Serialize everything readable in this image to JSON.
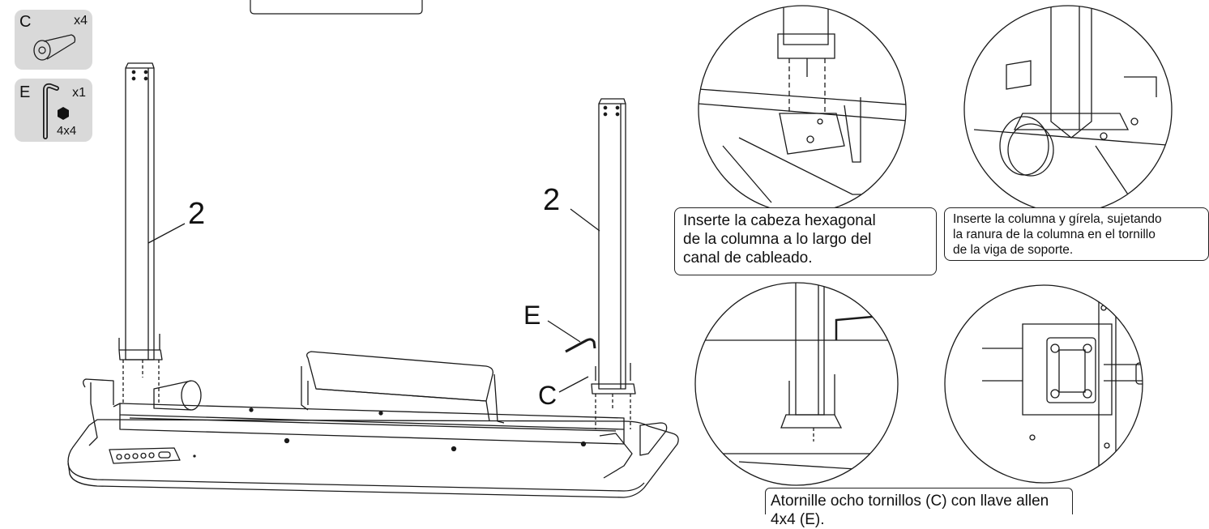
{
  "parts": [
    {
      "letter": "C",
      "quantity": "x4",
      "icon": "bolt-icon"
    },
    {
      "letter": "E",
      "quantity": "x1",
      "size": "4x4",
      "icon": "allen-key-icon"
    }
  ],
  "callouts": {
    "left_leg": "2",
    "right_leg": "2",
    "allen_key": "E",
    "bolt": "C"
  },
  "captions": {
    "detail_1": "Inserte la cabeza hexagonal\nde la columna a lo largo del\ncanal de cableado.",
    "detail_2": "Inserte la columna y gírela, sujetando\nla ranura de la columna en el tornillo\nde la viga de soporte.",
    "detail_3": "Atornille ocho tornillos (C) con llave allen 4x4 (E)."
  },
  "colors": {
    "line": "#1a1a1a",
    "card": "#d9d9d9"
  }
}
